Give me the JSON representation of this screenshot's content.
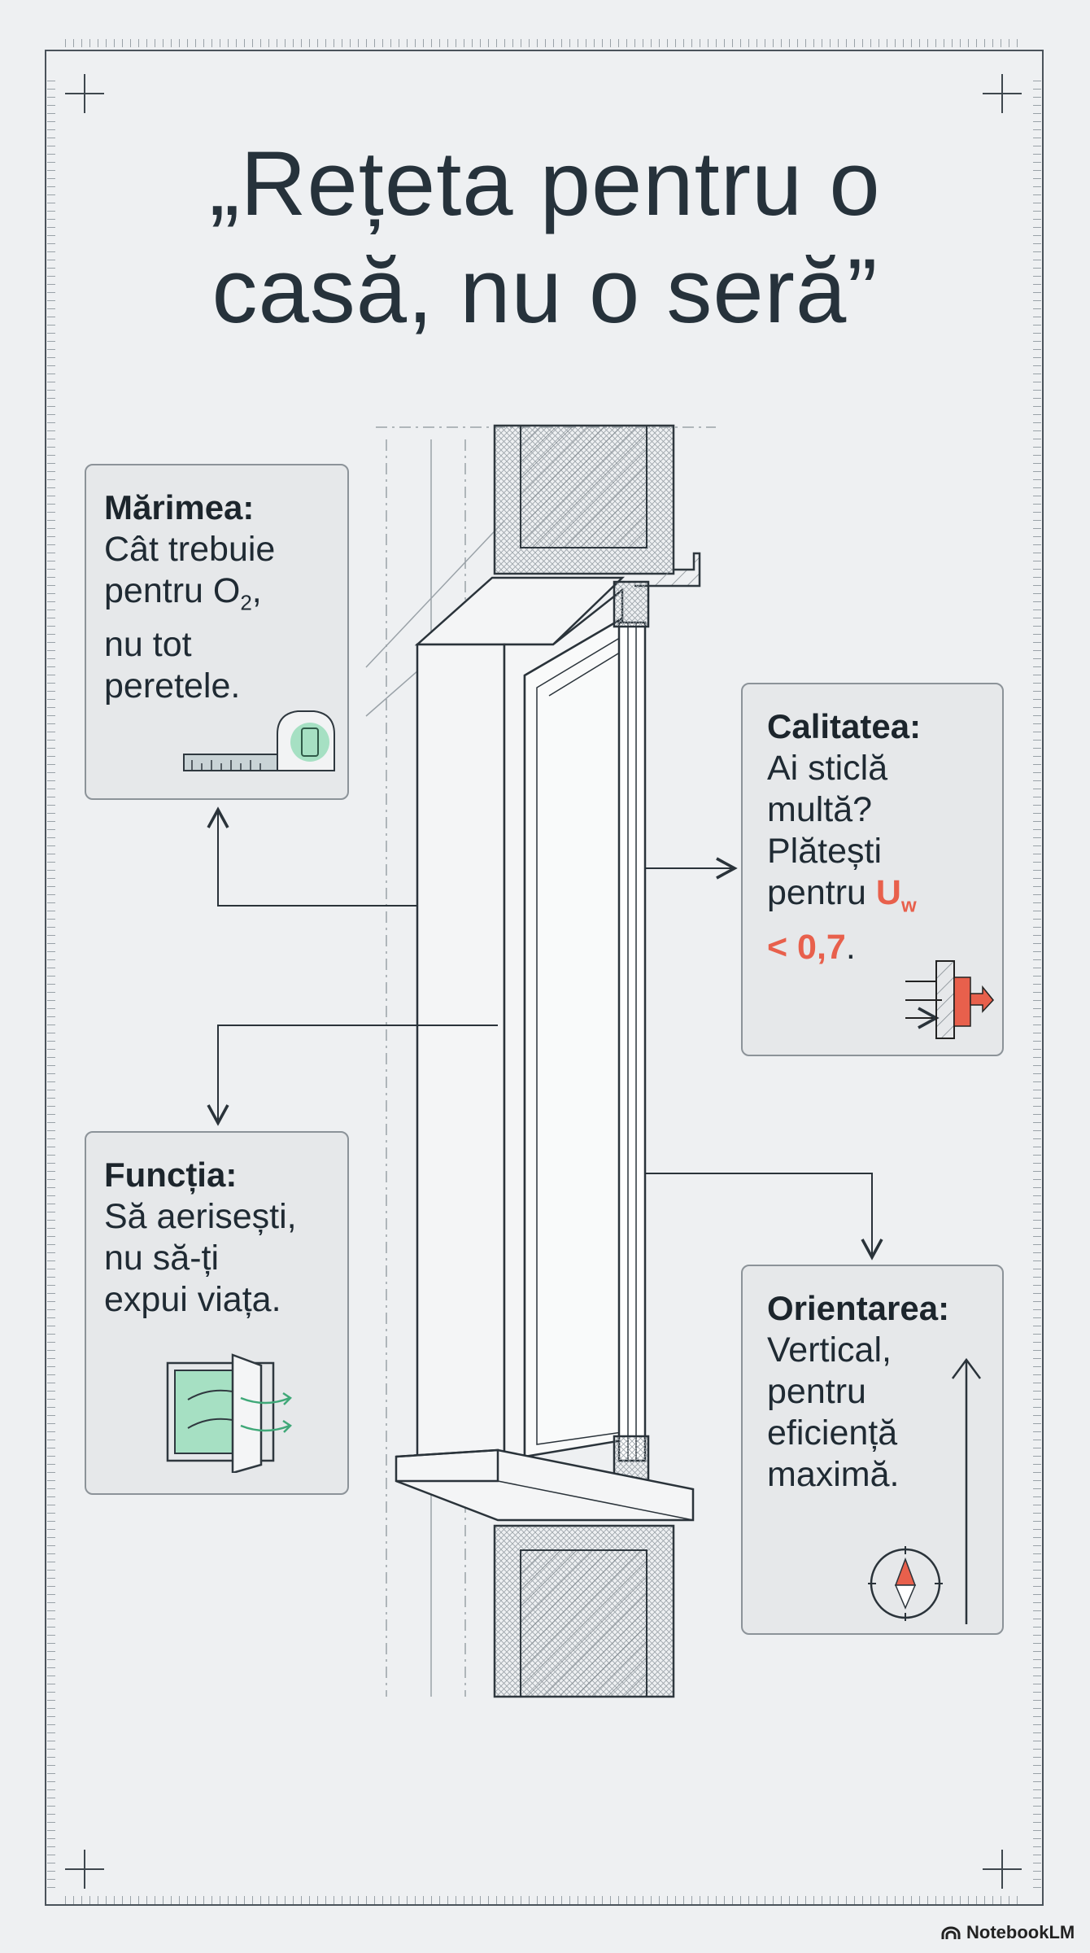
{
  "title": {
    "line1": "„Rețeta pentru o",
    "line2": "casă, nu o seră”"
  },
  "cards": {
    "size": {
      "heading": "Mărimea:",
      "line1": "Cât trebuie",
      "line2a": "pentru O",
      "line2sub": "2",
      "line2b": ",",
      "line3": "nu tot",
      "line4": "peretele.",
      "icon": "tape-measure-icon"
    },
    "quality": {
      "heading": "Calitatea:",
      "line1": "Ai sticlă",
      "line2": "multă?",
      "line3": "Plătești",
      "line4a": "pentru ",
      "line4u": "U",
      "line4sub": "w",
      "line5": "< 0,7",
      "line5b": ".",
      "icon": "heat-loss-wall-icon"
    },
    "function": {
      "heading": "Funcția:",
      "line1": "Să aerisești,",
      "line2": "nu să-ți",
      "line3": "expui viața.",
      "icon": "open-window-airflow-icon"
    },
    "orientation": {
      "heading": "Orientarea:",
      "line1": "Vertical,",
      "line2": "pentru",
      "line3": "eficiență",
      "line4": "maximă.",
      "icon": "compass-icon"
    }
  },
  "brand": {
    "label": "NotebookLM"
  },
  "colors": {
    "accent_red": "#e8604c",
    "accent_green": "#9fe0bf",
    "ink": "#1f2a33",
    "background": "#eef0f2"
  }
}
